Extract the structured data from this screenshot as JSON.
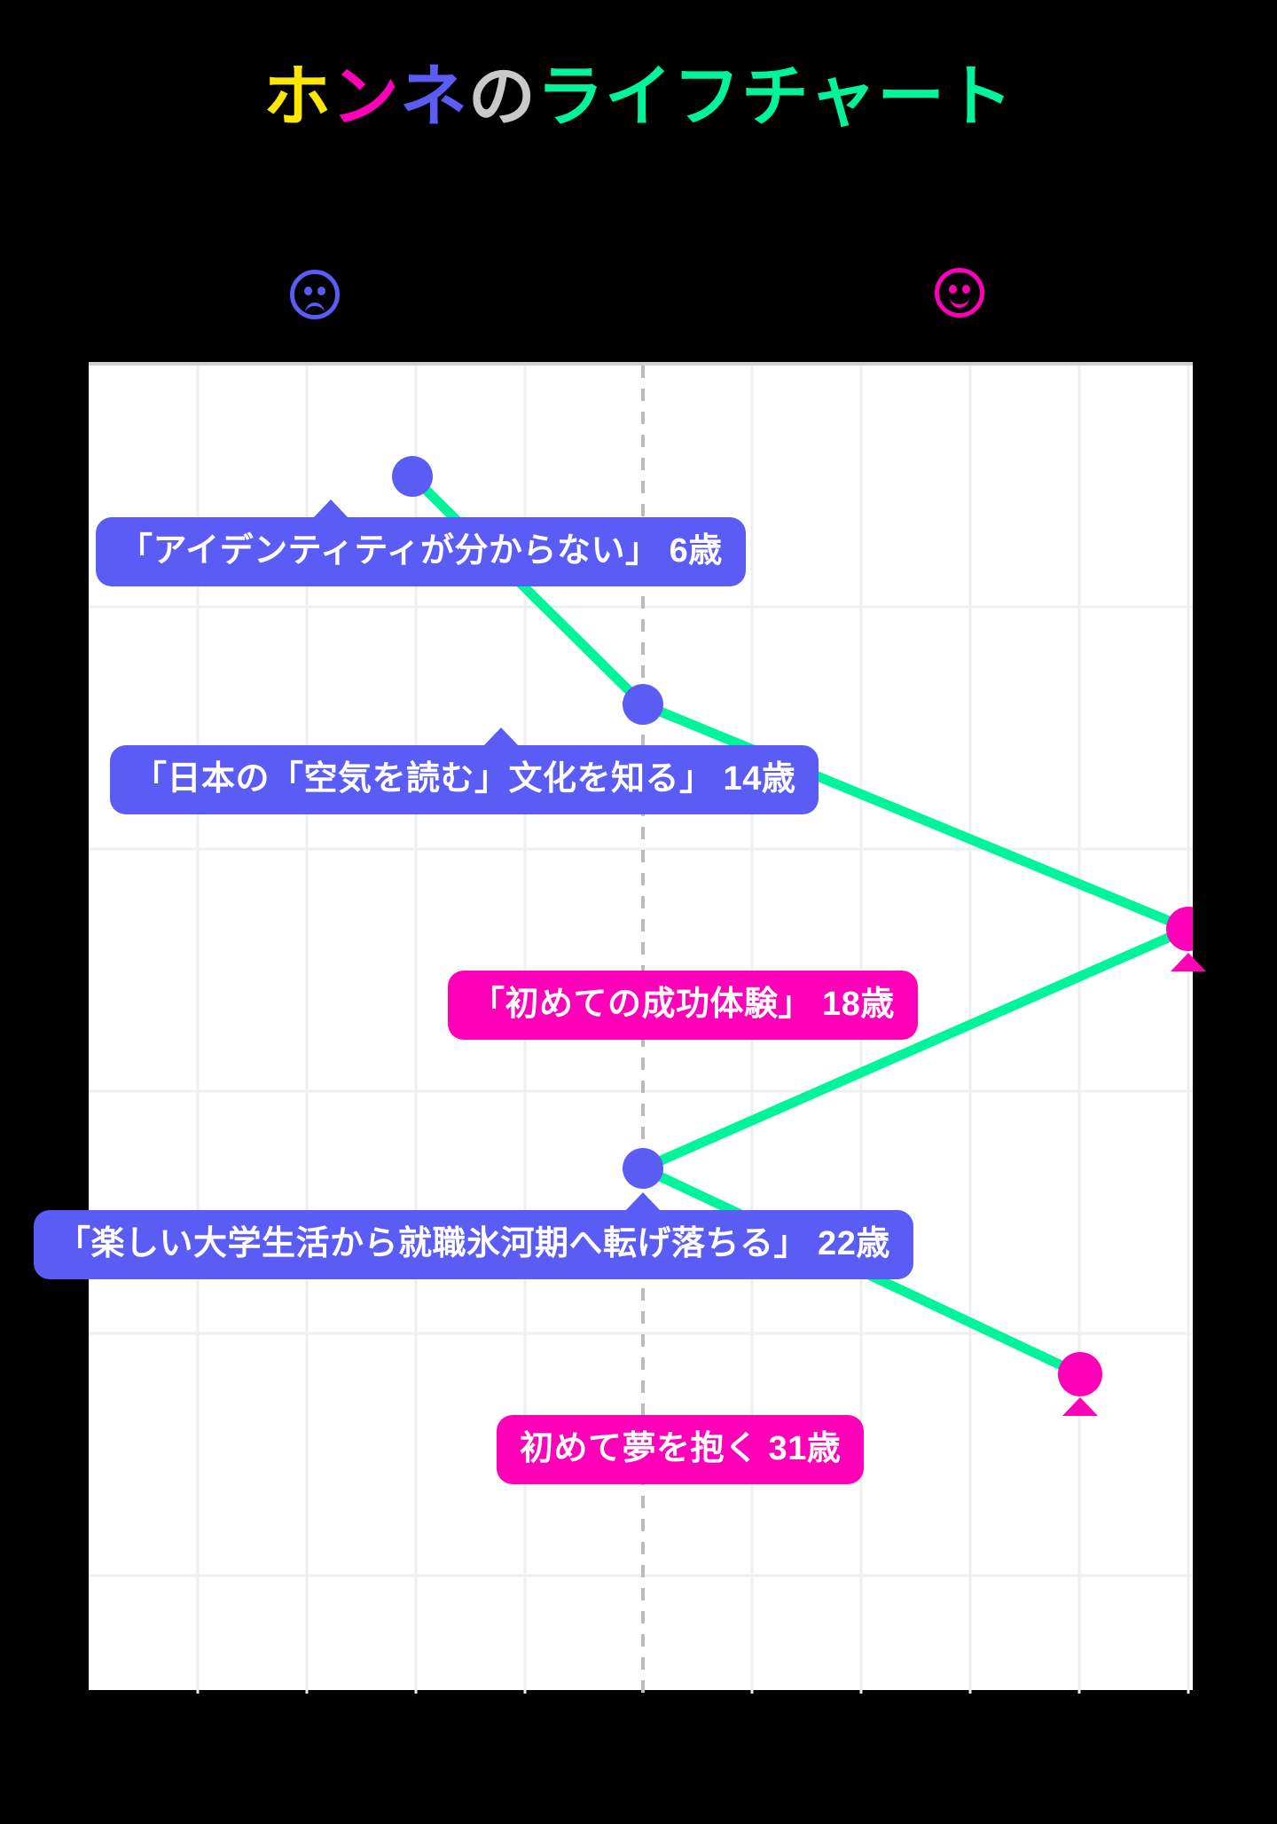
{
  "title": {
    "segments": [
      {
        "text": "ホ",
        "color": "#FFE600"
      },
      {
        "text": "ン",
        "color": "#FF00B8"
      },
      {
        "text": "ネ",
        "color": "#5B5BF5"
      },
      {
        "text": "の",
        "color": "#C9C9C9"
      },
      {
        "text": "ライフチャート",
        "color": "#00F59B"
      }
    ],
    "full_text": "ホンネのライフチャート"
  },
  "legend": {
    "sad_face": {
      "icon": "sad-face-icon",
      "color": "#5B5BF5"
    },
    "happy_face": {
      "icon": "happy-face-icon",
      "color": "#FF00B8"
    }
  },
  "colors": {
    "background": "#000000",
    "panel": "#FFFFFF",
    "line": "#00F59B",
    "negative": "#5B5BF5",
    "positive": "#FF00B8",
    "grid": "#EFEFEF",
    "center_divider": "#BBBBBB"
  },
  "chart_data": {
    "type": "line",
    "title": "ホンネのライフチャート",
    "xlabel": "",
    "ylabel": "",
    "xlim": [
      0,
      10
    ],
    "ylim": [
      0,
      10
    ],
    "grid": true,
    "legend_position": "top",
    "center_divider_x": 5,
    "points": [
      {
        "age": "6歳",
        "label": "「アイデンティティが分からない」",
        "x": 2.95,
        "y": 8.33,
        "mood": "negative",
        "color": "#5B5BF5"
      },
      {
        "age": "14歳",
        "label": "「日本の「空気を読む」文化を知る」",
        "x": 5.0,
        "y": 6.6,
        "mood": "negative",
        "color": "#5B5BF5"
      },
      {
        "age": "18歳",
        "label": "「初めての成功体験」",
        "x": 9.95,
        "y": 4.95,
        "mood": "positive",
        "color": "#FF00B8"
      },
      {
        "age": "22歳",
        "label": "「楽しい大学生活から就職氷河期へ転げ落ちる」",
        "x": 5.0,
        "y": 3.2,
        "mood": "negative",
        "color": "#5B5BF5"
      },
      {
        "age": "31歳",
        "label": "初めて夢を抱く",
        "x": 9.0,
        "y": 1.7,
        "mood": "positive",
        "color": "#FF00B8"
      }
    ]
  },
  "callouts": [
    {
      "id": "callout-6",
      "text": "「アイデンティティが分からない」 6歳",
      "mood": "negative"
    },
    {
      "id": "callout-14",
      "text": "「日本の「空気を読む」文化を知る」 14歳",
      "mood": "negative"
    },
    {
      "id": "callout-18",
      "text": "「初めての成功体験」 18歳",
      "mood": "positive"
    },
    {
      "id": "callout-22",
      "text": "「楽しい大学生活から就職氷河期へ転げ落ちる」 22歳",
      "mood": "negative"
    },
    {
      "id": "callout-31",
      "text": "初めて夢を抱く 31歳",
      "mood": "positive"
    }
  ]
}
